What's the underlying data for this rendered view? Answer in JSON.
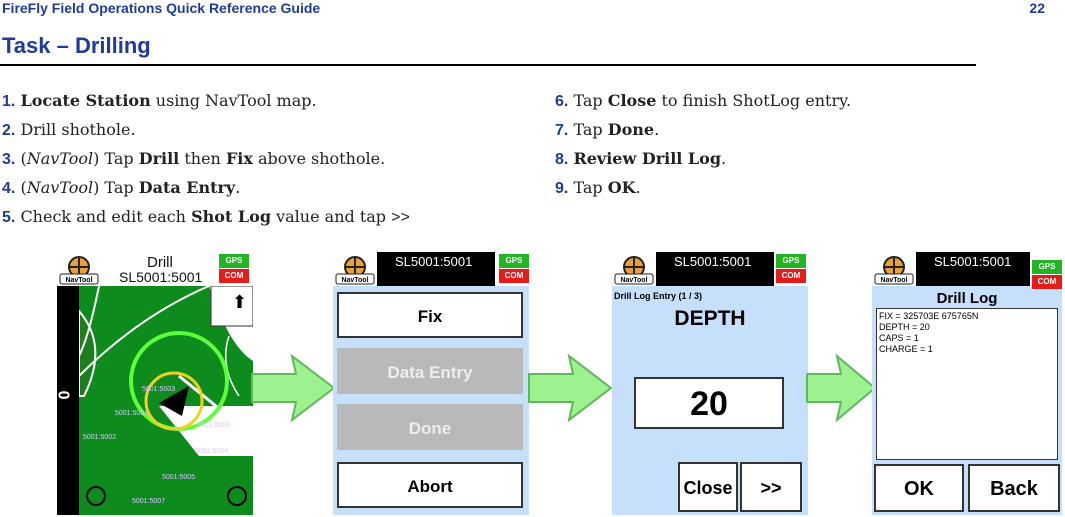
{
  "header": {
    "guide_title": "FireFly Field Operations Quick Reference Guide",
    "page_number": "22"
  },
  "section_title": "Task – Drilling",
  "steps": {
    "s1": {
      "num": "1.",
      "bold": "Locate Station",
      "rest": " using NavTool map."
    },
    "s2": {
      "num": "2.",
      "text": "Drill shothole."
    },
    "s3": {
      "num": "3.",
      "p1": "(",
      "it": "NavTool",
      "p2": ") Tap ",
      "b1": "Drill",
      "p3": " then ",
      "b2": "Fix",
      "p4": " above shothole."
    },
    "s4": {
      "num": "4.",
      "p1": "(",
      "it": "NavTool",
      "p2": ") Tap ",
      "b1": "Data Entry",
      "p3": "."
    },
    "s5": {
      "num": "5.",
      "p1": "Check and edit each ",
      "b1": "Shot Log",
      "p2": " value and tap ",
      "sym": ">>"
    },
    "s6": {
      "num": "6.",
      "p1": "Tap ",
      "b1": "Close",
      "p2": " to finish ShotLog entry."
    },
    "s7": {
      "num": "7.",
      "p1": "Tap ",
      "b1": "Done",
      "p2": "."
    },
    "s8": {
      "num": "8.",
      "b1": "Review Drill Log",
      "p2": "."
    },
    "s9": {
      "num": "9.",
      "p1": "Tap ",
      "b1": "OK",
      "p2": "."
    }
  },
  "screens": {
    "common": {
      "logo": "NavTool",
      "gps": "GPS",
      "com": "COM"
    },
    "map": {
      "title": "Drill",
      "station": "SL5001:5001",
      "scale": "0",
      "labels": [
        "5001:5003",
        "5001:5001",
        "5001:5002",
        "5001:5004",
        "5001:5005",
        "5001:5007",
        "5001:5006"
      ]
    },
    "menu": {
      "station": "SL5001:5001",
      "fix": "Fix",
      "data_entry": "Data Entry",
      "done": "Done",
      "abort": "Abort"
    },
    "entry": {
      "station": "SL5001:5001",
      "caption": "Drill Log Entry (1 / 3)",
      "field": "DEPTH",
      "value": "20",
      "close": "Close",
      "next": ">>"
    },
    "log": {
      "station": "SL5001:5001",
      "title": "Drill Log",
      "lines": [
        "FIX = 325703E  675765N",
        "DEPTH = 20",
        "CAPS = 1",
        "CHARGE = 1"
      ],
      "ok": "OK",
      "back": "Back"
    }
  },
  "colors": {
    "heading": "#1f3c9a",
    "map_green": "#0d8b1d",
    "panel_blue": "#c6dffa",
    "arrow_green": "#9df28f"
  }
}
